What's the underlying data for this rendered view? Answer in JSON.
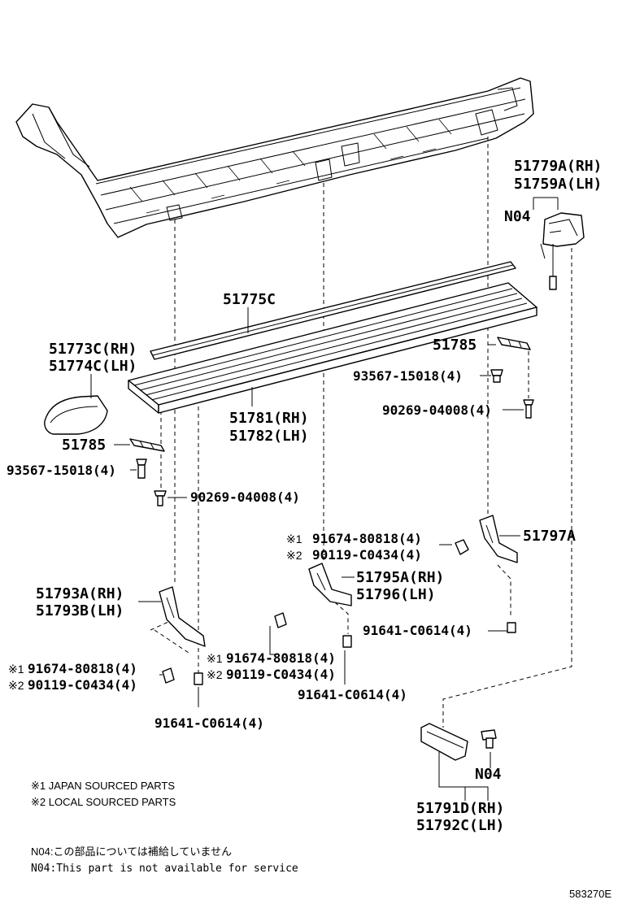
{
  "labels": {
    "l51779a": "51779A(RH)",
    "l51759a": "51759A(LH)",
    "n04_top": "N04",
    "l51775c": "51775C",
    "l51773c": "51773C(RH)",
    "l51774c": "51774C(LH)",
    "l51785_right": "51785",
    "l93567_right": "93567-15018(4)",
    "l90269_right": "90269-04008(4)",
    "l51781": "51781(RH)",
    "l51782": "51782(LH)",
    "l51785_left": "51785",
    "l93567_left": "93567-15018(4)",
    "l90269_left": "90269-04008(4)",
    "l91674_mid_top": "91674-80818(4)",
    "l90119_mid_top": "90119-C0434(4)",
    "l51797a": "51797A",
    "l51795a": "51795A(RH)",
    "l51796": "51796(LH)",
    "l51793a": "51793A(RH)",
    "l51793b": "51793B(LH)",
    "l91641_right": "91641-C0614(4)",
    "l91674_mid": "91674-80818(4)",
    "l90119_mid": "90119-C0434(4)",
    "l91674_left": "91674-80818(4)",
    "l90119_left": "90119-C0434(4)",
    "l91641_mid": "91641-C0614(4)",
    "l91641_left": "91641-C0614(4)",
    "n04_bottom": "N04",
    "l51791d": "51791D(RH)",
    "l51792c": "51792C(LH)"
  },
  "marks": {
    "m1": "※1",
    "m2": "※2"
  },
  "notes": {
    "japan": "※1 JAPAN SOURCED PARTS",
    "local": "※2 LOCAL SOURCED PARTS",
    "n04_jp": "N04:この部品については補給していません",
    "n04_en": "N04:This part is not available for service"
  },
  "figure_code": "583270E"
}
